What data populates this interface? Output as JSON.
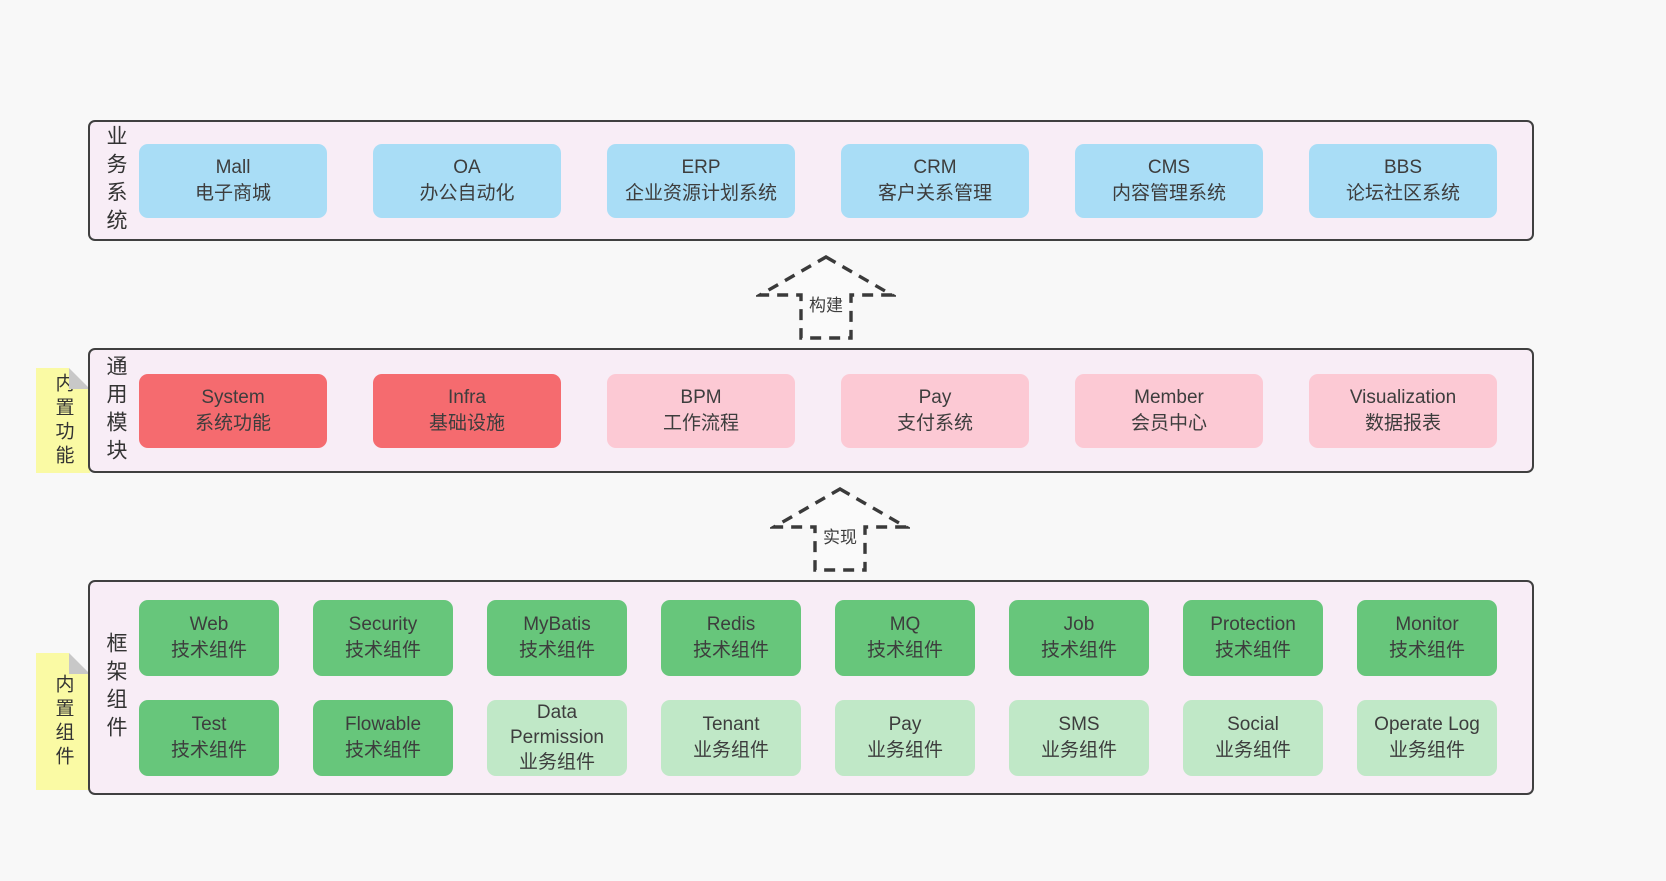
{
  "colors": {
    "page_bg": "#f8f8f8",
    "container_bg": "#f8edf6",
    "container_border": "#404040",
    "blue": "#a9ddf6",
    "red": "#f56b6f",
    "pink": "#fcc9d4",
    "green": "#67c67b",
    "lightgreen": "#c0e8c7",
    "note_bg": "#fafaa4",
    "note_fold": "#c8c8c8",
    "text": "#3d3d3d"
  },
  "layers": {
    "business": {
      "label": "业务系统",
      "boxes": [
        {
          "title": "Mall",
          "subtitle": "电子商城",
          "variant": "blue"
        },
        {
          "title": "OA",
          "subtitle": "办公自动化",
          "variant": "blue"
        },
        {
          "title": "ERP",
          "subtitle": "企业资源计划系统",
          "variant": "blue"
        },
        {
          "title": "CRM",
          "subtitle": "客户关系管理",
          "variant": "blue"
        },
        {
          "title": "CMS",
          "subtitle": "内容管理系统",
          "variant": "blue"
        },
        {
          "title": "BBS",
          "subtitle": "论坛社区系统",
          "variant": "blue"
        }
      ]
    },
    "modules": {
      "label": "通用模块",
      "note": "内置功能",
      "boxes": [
        {
          "title": "System",
          "subtitle": "系统功能",
          "variant": "red"
        },
        {
          "title": "Infra",
          "subtitle": "基础设施",
          "variant": "red"
        },
        {
          "title": "BPM",
          "subtitle": "工作流程",
          "variant": "pink"
        },
        {
          "title": "Pay",
          "subtitle": "支付系统",
          "variant": "pink"
        },
        {
          "title": "Member",
          "subtitle": "会员中心",
          "variant": "pink"
        },
        {
          "title": "Visualization",
          "subtitle": "数据报表",
          "variant": "pink"
        }
      ]
    },
    "framework": {
      "label": "框架组件",
      "note": "内置组件",
      "rows": [
        [
          {
            "title": "Web",
            "subtitle": "技术组件",
            "variant": "green"
          },
          {
            "title": "Security",
            "subtitle": "技术组件",
            "variant": "green"
          },
          {
            "title": "MyBatis",
            "subtitle": "技术组件",
            "variant": "green"
          },
          {
            "title": "Redis",
            "subtitle": "技术组件",
            "variant": "green"
          },
          {
            "title": "MQ",
            "subtitle": "技术组件",
            "variant": "green"
          },
          {
            "title": "Job",
            "subtitle": "技术组件",
            "variant": "green"
          },
          {
            "title": "Protection",
            "subtitle": "技术组件",
            "variant": "green"
          },
          {
            "title": "Monitor",
            "subtitle": "技术组件",
            "variant": "green"
          }
        ],
        [
          {
            "title": "Test",
            "subtitle": "技术组件",
            "variant": "green"
          },
          {
            "title": "Flowable",
            "subtitle": "技术组件",
            "variant": "green"
          },
          {
            "title": "Data Permission",
            "subtitle": "业务组件",
            "variant": "lightgreen"
          },
          {
            "title": "Tenant",
            "subtitle": "业务组件",
            "variant": "lightgreen"
          },
          {
            "title": "Pay",
            "subtitle": "业务组件",
            "variant": "lightgreen"
          },
          {
            "title": "SMS",
            "subtitle": "业务组件",
            "variant": "lightgreen"
          },
          {
            "title": "Social",
            "subtitle": "业务组件",
            "variant": "lightgreen"
          },
          {
            "title": "Operate Log",
            "subtitle": "业务组件",
            "variant": "lightgreen"
          }
        ]
      ]
    }
  },
  "arrows": {
    "build": "构建",
    "implement": "实现"
  }
}
